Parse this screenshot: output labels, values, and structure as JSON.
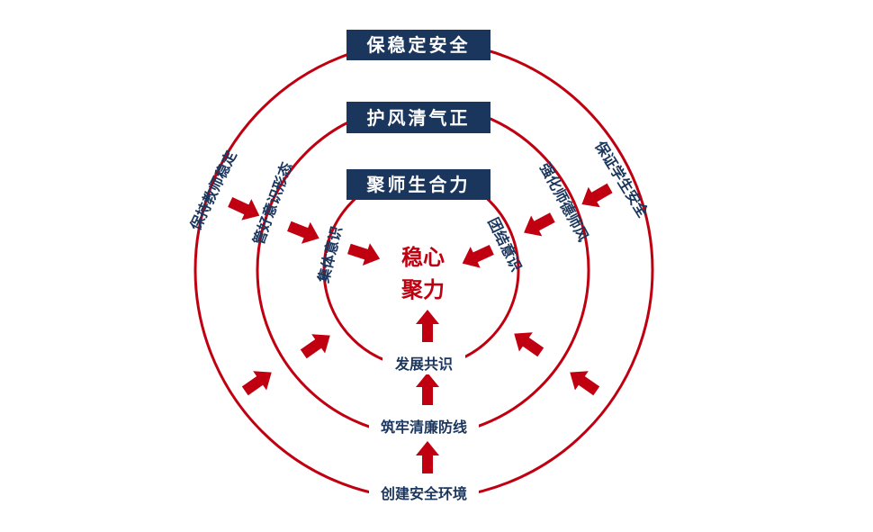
{
  "colors": {
    "accent": "#c00010",
    "navy": "#1b365d"
  },
  "rings": {
    "outer": {
      "title": "保稳定安全",
      "left": "保持教师稳定",
      "right": "保证学生安全",
      "bottom": "创建安全环境"
    },
    "middle": {
      "title": "护风清气正",
      "left": "管好意识形态",
      "right": "强化师德师风",
      "bottom": "筑牢清廉防线"
    },
    "inner": {
      "title": "聚师生合力",
      "left": "集体意识",
      "right": "团结意识",
      "bottom": "发展共识"
    }
  },
  "core": {
    "line1": "稳心",
    "line2": "聚力"
  }
}
